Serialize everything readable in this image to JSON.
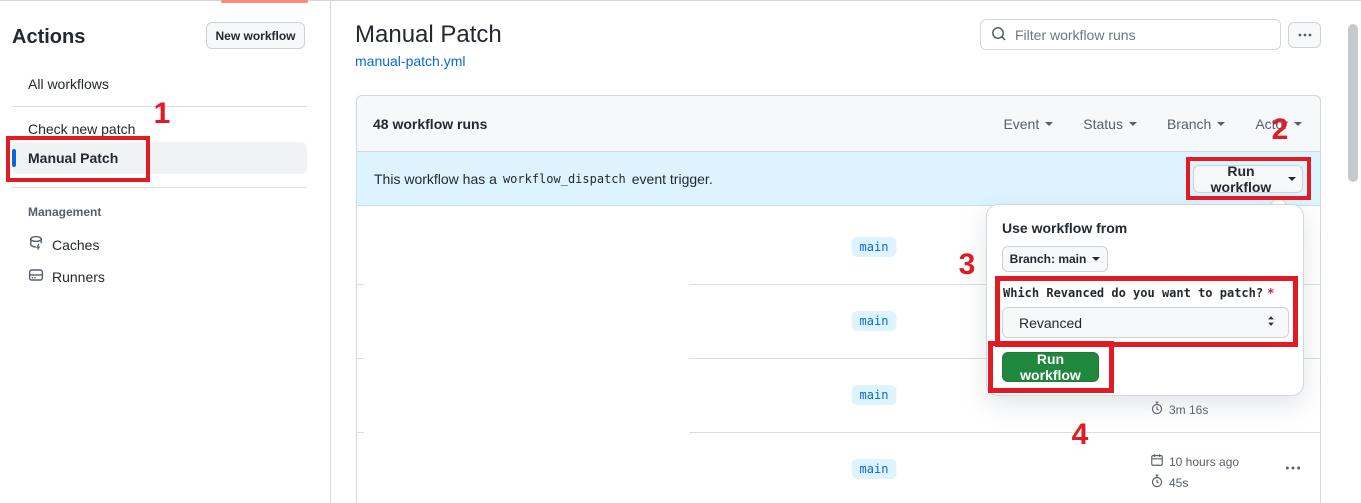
{
  "sidebar": {
    "title": "Actions",
    "new_workflow_button": "New workflow",
    "items": [
      {
        "label": "All workflows",
        "selected": false
      },
      {
        "label": "Check new patch",
        "selected": false
      },
      {
        "label": "Manual Patch",
        "selected": true
      }
    ],
    "management": {
      "label": "Management",
      "items": [
        {
          "label": "Caches",
          "icon": "cache-icon"
        },
        {
          "label": "Runners",
          "icon": "runners-icon"
        }
      ]
    }
  },
  "header": {
    "title": "Manual Patch",
    "file_link": "manual-patch.yml",
    "filter_placeholder": "Filter workflow runs"
  },
  "table": {
    "count_label": "48 workflow runs",
    "filters": [
      {
        "label": "Event"
      },
      {
        "label": "Status"
      },
      {
        "label": "Branch"
      },
      {
        "label": "Actor"
      }
    ],
    "banner": {
      "text_before": "This workflow has a",
      "code": "workflow_dispatch",
      "text_after": "event trigger.",
      "run_workflow_label": "Run workflow"
    },
    "rows": [
      {
        "branch": "main"
      },
      {
        "branch": "main"
      },
      {
        "branch": "main",
        "duration": "3m 16s"
      },
      {
        "branch": "main",
        "time_ago": "10 hours ago",
        "duration": "45s"
      }
    ]
  },
  "run_panel": {
    "use_workflow_from": "Use workflow from",
    "branch_button": "Branch: main",
    "input_label": "Which Revanced do you want to patch?",
    "required_mark": "*",
    "select_value": "Revanced",
    "run_button": "Run workflow"
  },
  "annotations": {
    "color": "#e01b24",
    "steps": [
      {
        "n": "1",
        "target": "manual-patch-sidebar-item"
      },
      {
        "n": "2",
        "target": "run-workflow-dropdown-button"
      },
      {
        "n": "3",
        "target": "revanced-input-section"
      },
      {
        "n": "4",
        "target": "run-workflow-submit-button"
      }
    ]
  },
  "colors": {
    "accent_blue": "#0969da",
    "banner_blue": "#ddf4ff",
    "button_green": "#1f883d",
    "annotation_red": "#e01b24",
    "tab_orange": "#fd8c73"
  }
}
